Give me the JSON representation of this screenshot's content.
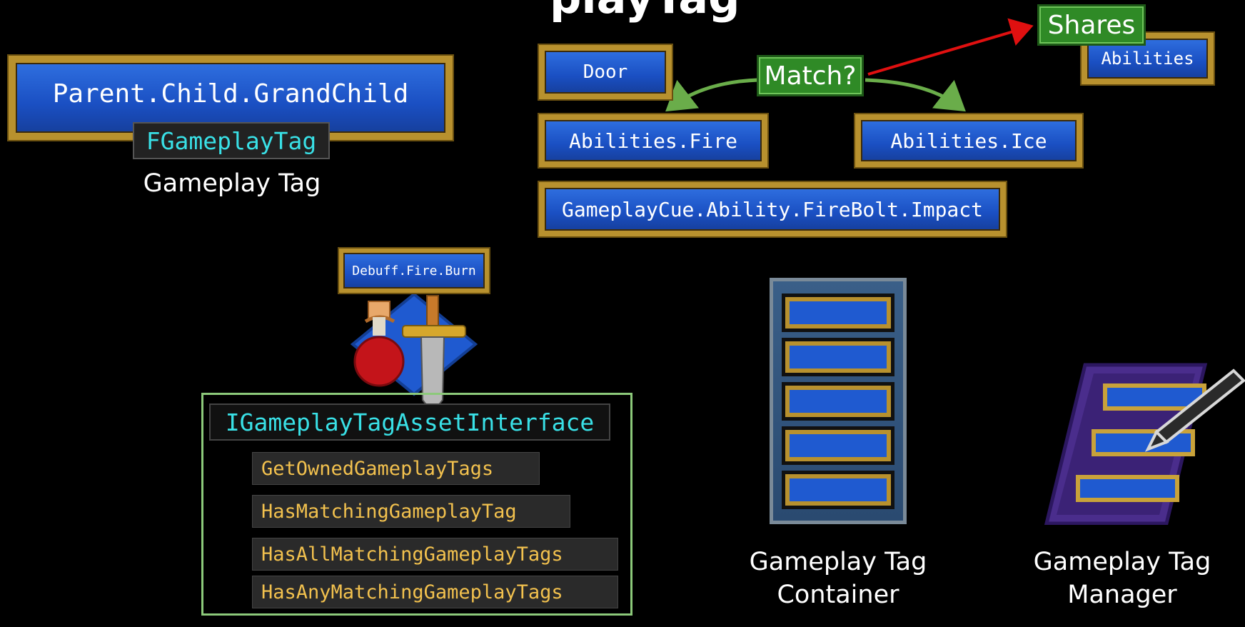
{
  "title_partial": "playTag",
  "gameplay_tag": {
    "tag_text": "Parent.Child.GrandChild",
    "type_label": "FGameplayTag",
    "caption": "Gameplay Tag"
  },
  "matching": {
    "door": "Door",
    "match_label": "Match?",
    "fire": "Abilities.Fire",
    "ice": "Abilities.Ice",
    "cue": "GameplayCue.Ability.FireBolt.Impact",
    "shares_label": "Shares",
    "abilities": "Abilities"
  },
  "asset_interface": {
    "debuff_tag": "Debuff.Fire.Burn",
    "interface_name": "IGameplayTagAssetInterface",
    "methods": [
      "GetOwnedGameplayTags",
      "HasMatchingGameplayTag",
      "HasAllMatchingGameplayTags",
      "HasAnyMatchingGameplayTags"
    ]
  },
  "container": {
    "caption_line1": "Gameplay Tag",
    "caption_line2": "Container"
  },
  "manager": {
    "caption_line1": "Gameplay Tag",
    "caption_line2": "Manager"
  },
  "colors": {
    "tag_blue": "#1f5ad0",
    "gold": "#b8912e",
    "cyan": "#39e0e6",
    "method_text": "#f2c14e",
    "green": "#2f8a26",
    "red_arrow": "#e01010"
  }
}
